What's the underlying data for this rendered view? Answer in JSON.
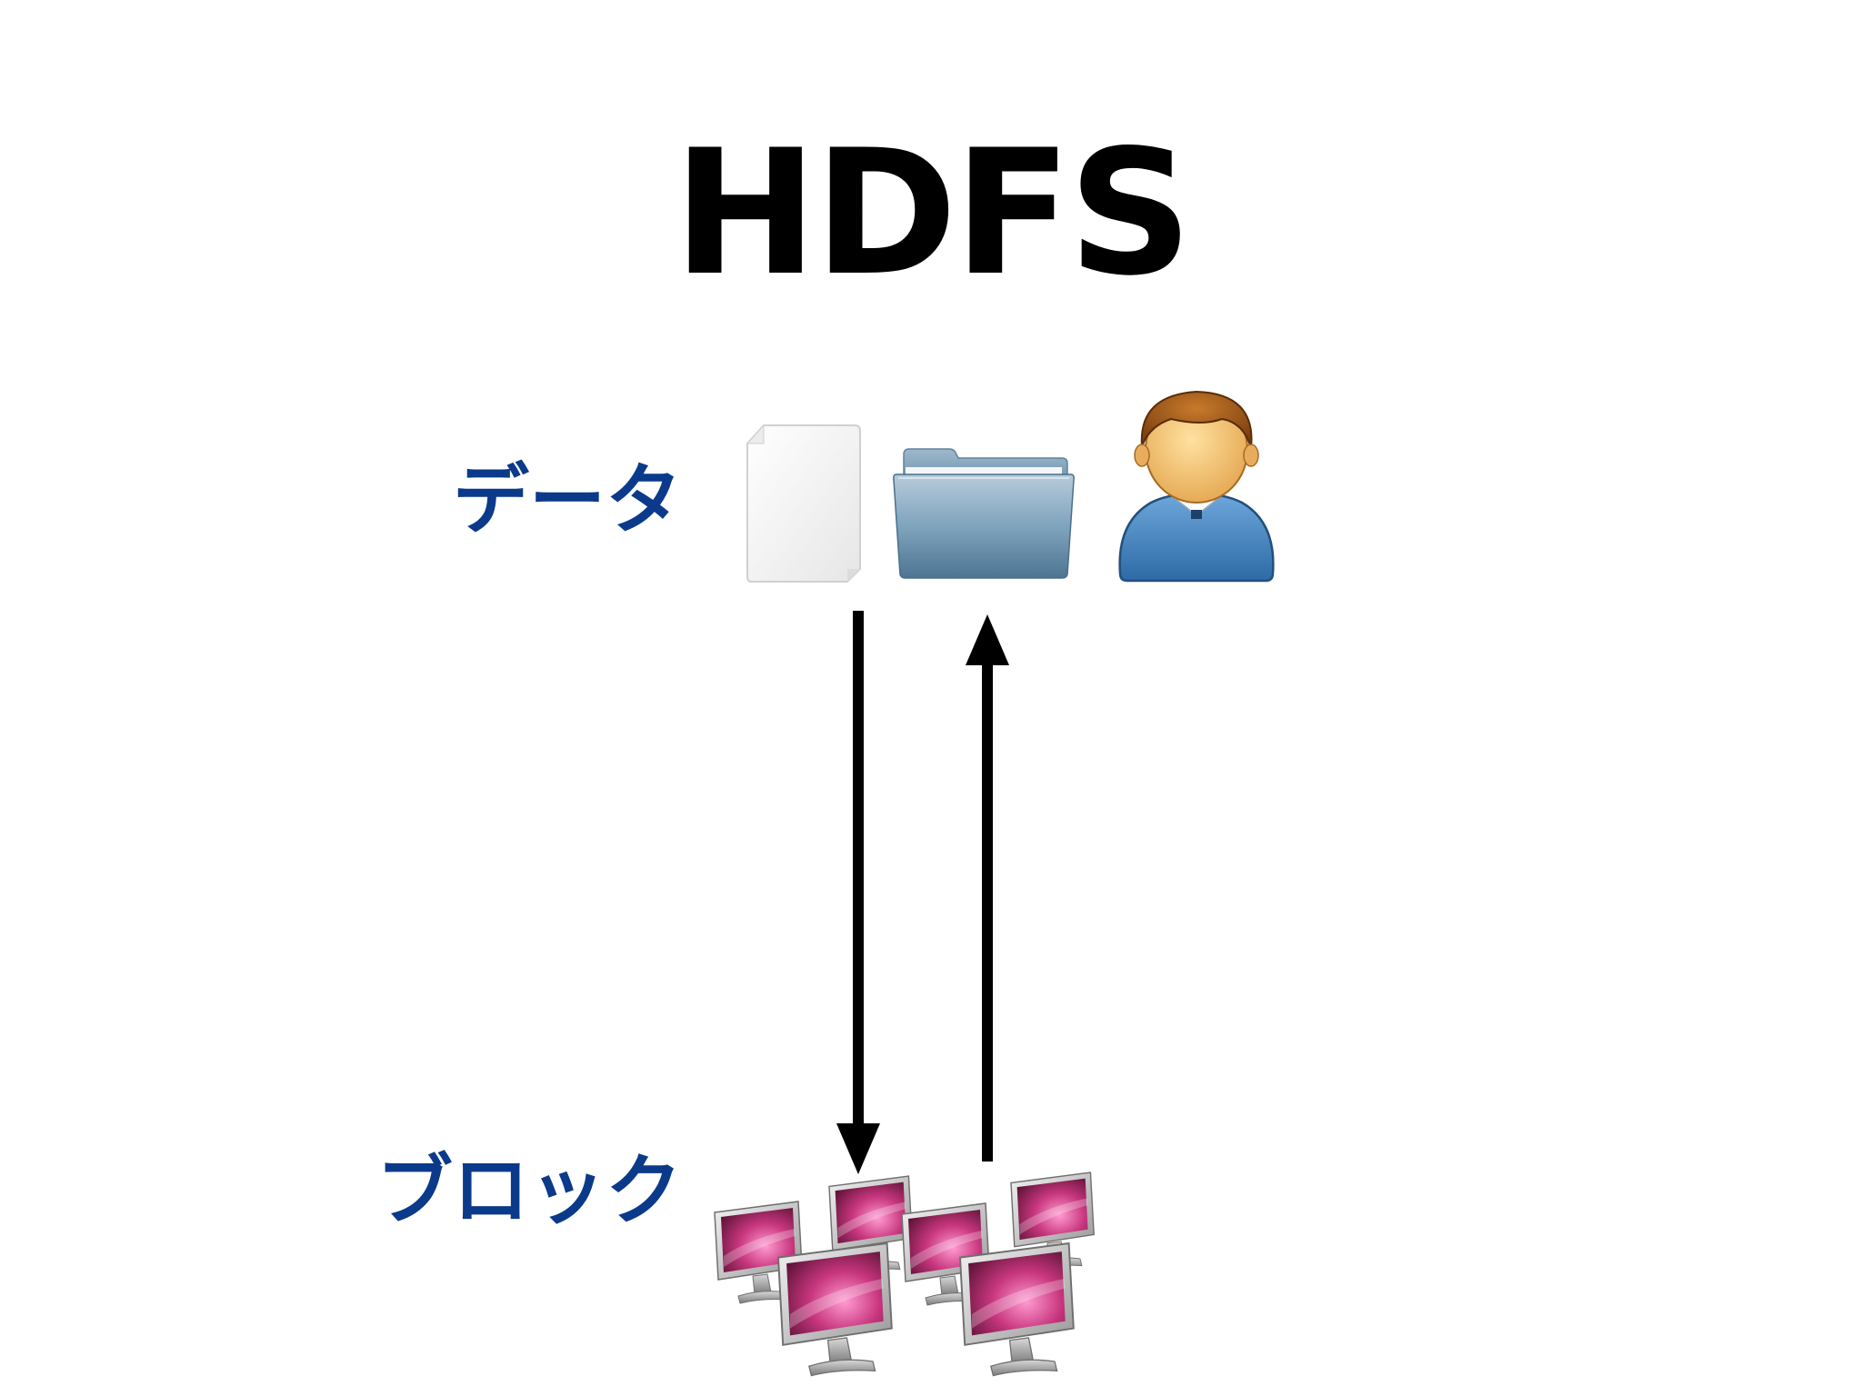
{
  "title": "HDFS",
  "labels": {
    "data": "データ",
    "block": "ブロック"
  },
  "icons": {
    "document": "document-icon",
    "folder": "folder-icon",
    "user": "user-icon",
    "computers": "computer-cluster-icon"
  },
  "colors": {
    "title": "#000000",
    "label": "#0b3a8a",
    "arrow": "#000000",
    "folder": "#7fa4bd",
    "user_shirt": "#3f7fbf",
    "screen": "#c8367e"
  }
}
